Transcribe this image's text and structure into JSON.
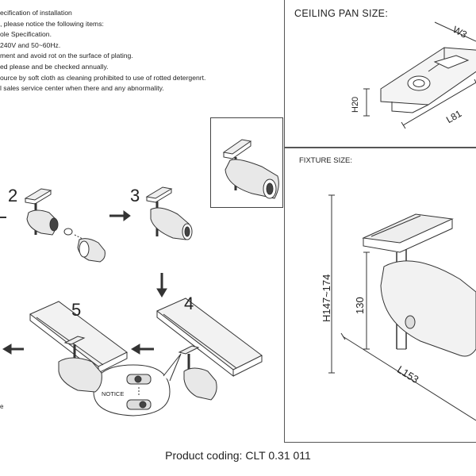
{
  "spec_lines": [
    "ecification of installation",
    ", please notice the following items:",
    "ole Specification.",
    "240V and 50~60Hz.",
    "ment and avoid rot on the surface of plating.",
    "ed please and be checked annually.",
    "ource by soft cloth as cleaning prohibited to use of rotted detergenrt.",
    "l sales service center when there and any abnormality."
  ],
  "steps": {
    "s2": "2",
    "s3": "3",
    "s4": "4",
    "s5": "5"
  },
  "notice_label": "NOTICE",
  "edge_char": "e",
  "ceiling": {
    "title": "CEILING PAN SIZE:",
    "width_label": "W3",
    "height_label": "H20",
    "length_label": "L81"
  },
  "fixture": {
    "title": "FIXTURE SIZE:",
    "height_range_label": "H147~174",
    "height_label": "130",
    "length_label": "L153"
  },
  "footer": "Product coding: CLT 0.31 011"
}
